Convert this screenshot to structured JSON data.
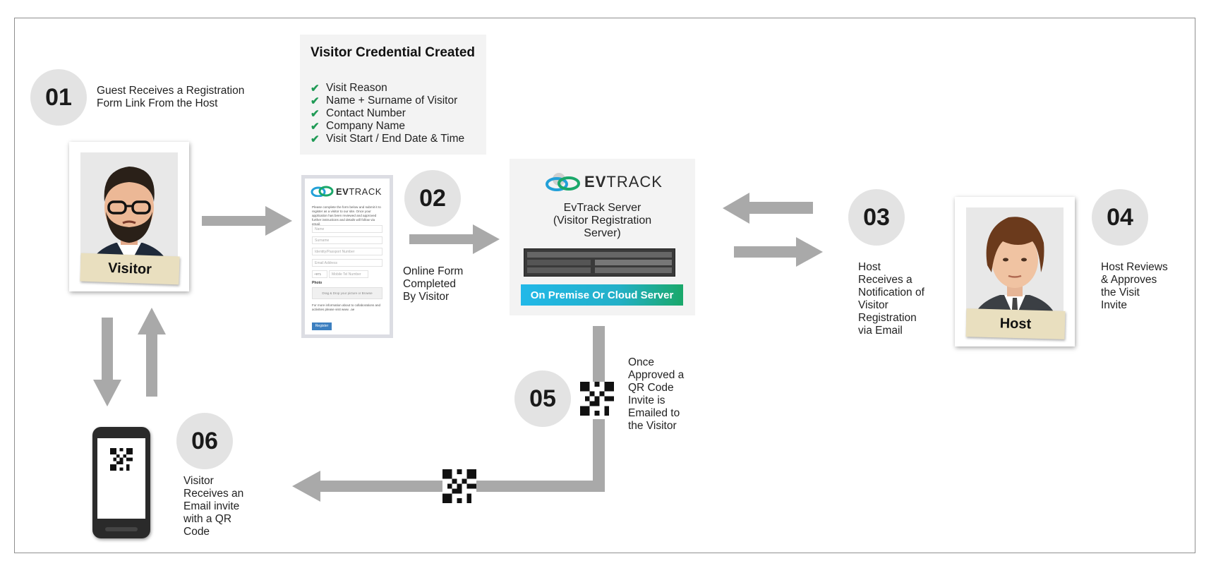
{
  "steps": {
    "s01": "01",
    "s02": "02",
    "s03": "03",
    "s04": "04",
    "s05": "05",
    "s06": "06"
  },
  "captions": {
    "s01": "Guest Receives a Registration\nForm Link From the Host",
    "s02": "Online Form\nCompleted\nBy Visitor",
    "s03": "Host\nReceives a\nNotification of\nVisitor\nRegistration\nvia Email",
    "s04": "Host Reviews\n&  Approves\nthe Visit\nInvite",
    "s05": "Once\nApproved a\nQR Code\nInvite is\nEmailed to\nthe Visitor",
    "s06": "Visitor\nReceives an\nEmail invite\nwith a QR\nCode"
  },
  "credential": {
    "title": "Visitor Credential Created",
    "items": [
      "Visit Reason",
      "Name + Surname of Visitor",
      "Contact Number",
      "Company Name",
      "Visit Start / End Date & Time"
    ]
  },
  "server": {
    "logo_bold": "EV",
    "logo_rest": "TRACK",
    "title": "EvTrack Server\n(Visitor Registration\nServer)",
    "badge": "On Premise Or Cloud Server"
  },
  "form": {
    "logo_bold": "EV",
    "logo_rest": "TRACK",
    "intro": "Please complete the form below and submit it to register as a visitor to our site. Once your application has been reviewed and approved further instructions and details will follow via email.",
    "fields": [
      "Name",
      "Surname",
      "Identity/Passport Number",
      "Email Address"
    ],
    "phone_prefix": "+971",
    "phone_placeholder": "Mobile Tel Number",
    "photo_label": "Photo",
    "drop_label": "Drag & Drop your picture or Browse",
    "footer": "For more information about                    to collaborations and activities please visit www.               .ae",
    "register_label": "Register"
  },
  "people": {
    "visitor": "Visitor",
    "host": "Host"
  },
  "colors": {
    "arrow": "#a9a9a9",
    "step_circle": "#e3e3e3",
    "check": "#1f9a55",
    "badge_start": "#22b8e8",
    "badge_end": "#1aa86a",
    "tag": "#e9dfbf"
  },
  "icons": {
    "arrow": "arrow-icon",
    "qr": "qr-code-icon",
    "check": "check-icon",
    "phone": "phone-icon",
    "server": "server-rack-icon",
    "logo": "evtrack-logo"
  }
}
